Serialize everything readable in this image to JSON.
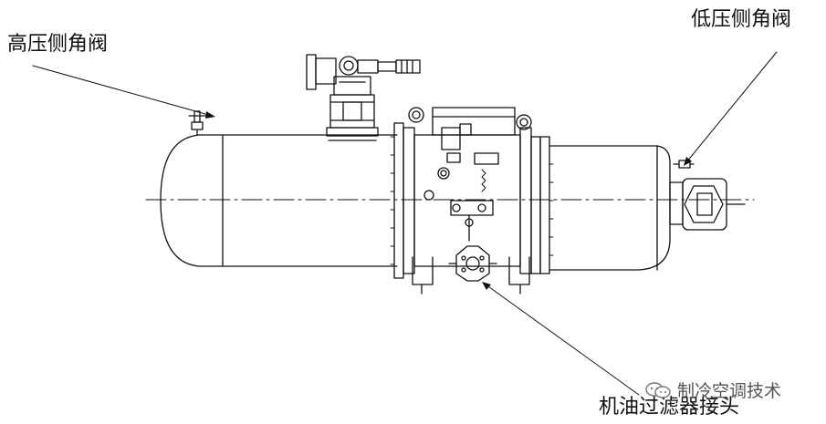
{
  "labels": {
    "high_pressure_valve": "高压侧角阀",
    "low_pressure_valve": "低压侧角阀",
    "oil_filter_connector": "机油过滤器接头"
  },
  "watermark": {
    "text": "制冷空调技术",
    "icon": "wechat-icon"
  },
  "colors": {
    "line": "#111111",
    "background": "#ffffff"
  }
}
